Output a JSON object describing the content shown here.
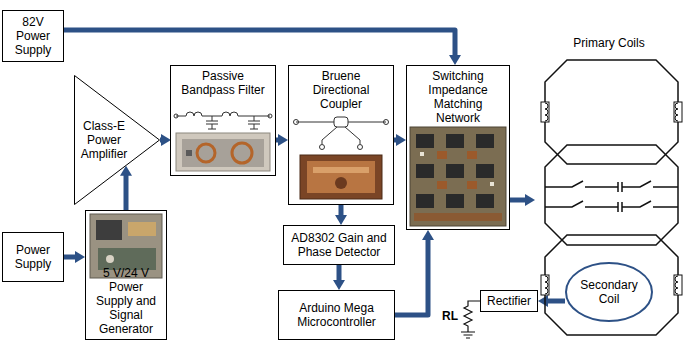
{
  "diagram": {
    "nodes": [
      {
        "text": [
          "82V Power Supply"
        ]
      },
      {
        "text": [
          "Class-E Power Amplifier"
        ]
      },
      {
        "text": [
          "Passive Bandpass Filter"
        ]
      },
      {
        "text": [
          "Bruene Directional Coupler"
        ]
      },
      {
        "text": [
          "Switching Impedance Matching Network"
        ]
      },
      {
        "text": [
          "Primary Coils"
        ]
      },
      {
        "text": [
          "Secondary Coil"
        ],
        "in": 5
      },
      {
        "text": [
          "Power Supply"
        ]
      },
      {
        "text": [
          "5 V/24 V Power Supply and Signal Generator"
        ]
      },
      {
        "text": [
          "AD8302 Gain and Phase Detector"
        ]
      },
      {
        "text": [
          "Rectifier"
        ]
      },
      {
        "text": [
          "Arduino Mega Microcontroller"
        ]
      }
    ],
    "edges": [
      {
        "from": 0,
        "to": 4,
        "arrow": "to"
      },
      {
        "from": 7,
        "to": 8,
        "arrow": "to"
      },
      {
        "from": 8,
        "to": 1,
        "arrow": "to"
      },
      {
        "from": 1,
        "to": 2,
        "arrow": "to"
      },
      {
        "from": 2,
        "to": 3,
        "arrow": "to"
      },
      {
        "from": 3,
        "to": 4,
        "arrow": "to"
      },
      {
        "from": 3,
        "to": 9,
        "arrow": "to"
      },
      {
        "from": 9,
        "to": 11,
        "arrow": "to"
      },
      {
        "from": 11,
        "to": 4,
        "arrow": "to"
      },
      {
        "from": 4,
        "to": 5,
        "arrow": "to"
      },
      {
        "from": 6,
        "to": 10,
        "arrow": "to"
      }
    ],
    "labels": [
      "RL"
    ]
  }
}
